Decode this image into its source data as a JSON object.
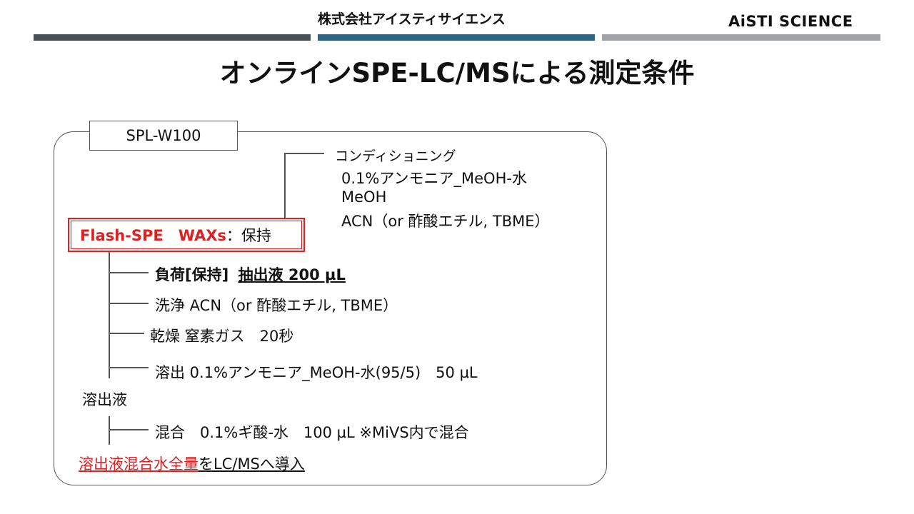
{
  "header": {
    "company": "株式会社アイスティサイエンス",
    "brand": "AiSTI SCIENCE",
    "bar_colors": [
      "#4a5156",
      "#2e6381",
      "#9ea4a8"
    ]
  },
  "title": "オンラインSPE-LC/MSによる測定条件",
  "panel": {
    "tag": "SPL-W100",
    "conditioning": {
      "heading": "コンディショニング",
      "items": [
        "0.1%アンモニア_MeOH-水",
        "MeOH",
        "ACN（or 酢酸エチル, TBME）"
      ]
    },
    "cartridge": {
      "name": "Flash-SPE　WAXs",
      "suffix": "：保持"
    },
    "steps": {
      "load_label": "負荷[保持]",
      "load_detail": "抽出液 200 µL",
      "wash": "洗浄 ACN（or 酢酸エチル, TBME）",
      "dry": "乾燥 窒素ガス　20秒",
      "elute": "溶出 0.1%アンモニア_MeOH-水(95/5)　50 µL"
    },
    "eluate_label": "溶出液",
    "mix": "混合　0.1%ギ酸-水　100 µL ※MiVS内で混合",
    "final": {
      "highlight": "溶出液混合水全量",
      "rest": "をLC/MSへ導入"
    }
  },
  "colors": {
    "accent_red": "#e02020"
  }
}
